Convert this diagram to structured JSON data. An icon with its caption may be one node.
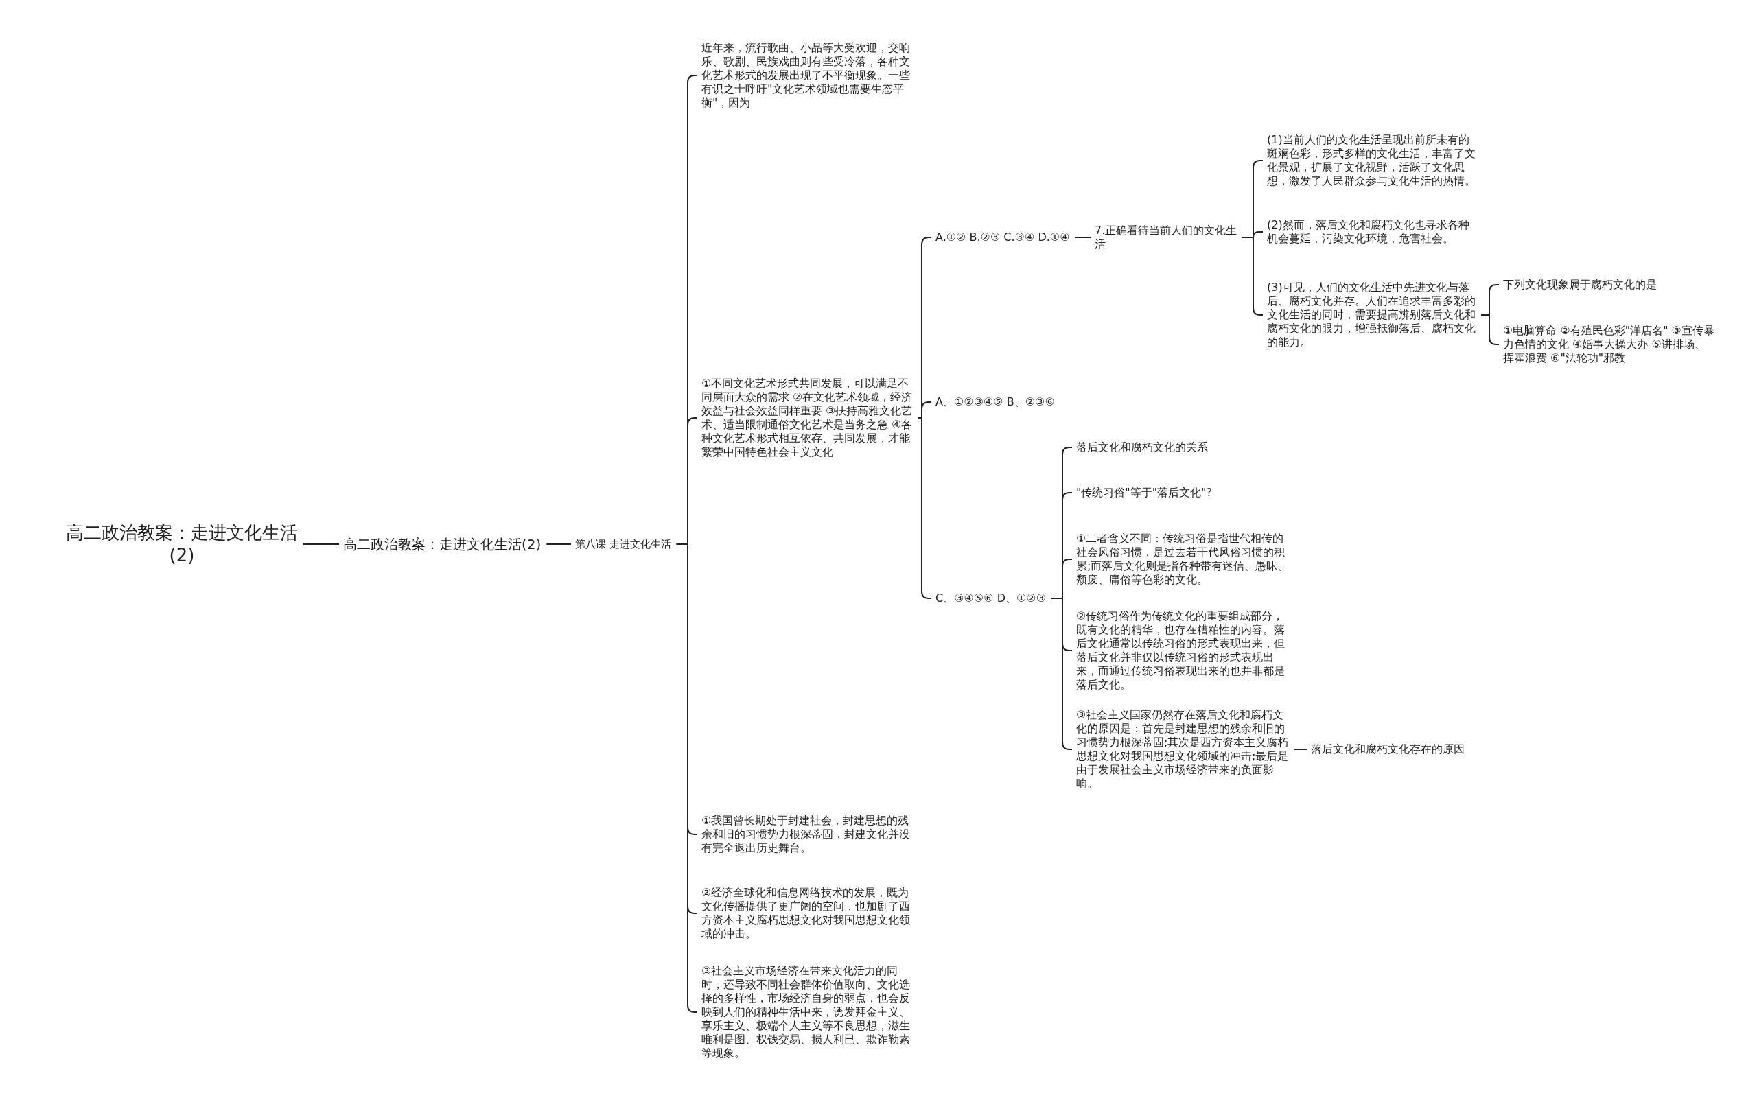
{
  "diagram": {
    "nodes": [
      {
        "text": [
          "高二政治教案：走进文化生活(2)"
        ]
      },
      {
        "text": [
          "高二政治教案：走进文化生活(2)"
        ]
      },
      {
        "text": [
          "第八课 走进文化生活"
        ]
      },
      {
        "text": [
          "近年来，流行歌曲、小品等大受欢迎，交响乐、歌剧、民族戏曲则有些受冷落，各种文化艺术形式的发展出现了不平衡现象。一些有识之士呼吁\"文化艺术领域也需要生态平衡\"，因为"
        ]
      },
      {
        "text": [
          "①不同文化艺术形式共同发展，可以满足不同层面大众的需求 ②在文化艺术领域，经济效益与社会效益同样重要 ③扶持高雅文化艺术、适当限制通俗文化艺术是当务之急 ④各种文化艺术形式相互依存、共同发展，才能繁荣中国特色社会主义文化"
        ]
      },
      {
        "text": [
          "①我国曾长期处于封建社会，封建思想的残余和旧的习惯势力根深蒂固，封建文化并没有完全退出历史舞台。"
        ]
      },
      {
        "text": [
          "②经济全球化和信息网络技术的发展，既为文化传播提供了更广阔的空间，也加剧了西方资本主义腐朽思想文化对我国思想文化领域的冲击。"
        ]
      },
      {
        "text": [
          "③社会主义市场经济在带来文化活力的同时，还导致不同社会群体价值取向、文化选择的多样性，市场经济自身的弱点，也会反映到人们的精神生活中来，诱发拜金主义、享乐主义、极端个人主义等不良思想，滋生唯利是图、权钱交易、损人利已、欺诈勒索等现象。"
        ]
      },
      {
        "text": [
          "A.①② B.②③ C.③④ D.①④"
        ]
      },
      {
        "text": [
          "A、①②③④⑤ B、②③⑥"
        ]
      },
      {
        "text": [
          "C、③④⑤⑥ D、①②③"
        ]
      },
      {
        "text": [
          "7.正确看待当前人们的文化生活"
        ]
      },
      {
        "text": [
          "(1)当前人们的文化生活呈现出前所未有的斑斓色彩，形式多样的文化生活，丰富了文化景观，扩展了文化视野，活跃了文化思想，激发了人民群众参与文化生活的热情。"
        ]
      },
      {
        "text": [
          "(2)然而，落后文化和腐朽文化也寻求各种机会蔓延，污染文化环境，危害社会。"
        ]
      },
      {
        "text": [
          "(3)可见，人们的文化生活中先进文化与落后、腐朽文化并存。人们在追求丰富多彩的文化生活的同时，需要提高辨别落后文化和腐朽文化的眼力，增强抵御落后、腐朽文化的能力。"
        ]
      },
      {
        "text": [
          "下列文化现象属于腐朽文化的是"
        ]
      },
      {
        "text": [
          "①电脑算命 ②有殖民色彩\"洋店名\" ③宣传暴力色情的文化 ④婚事大操大办 ⑤讲排场、挥霍浪费 ⑥\"法轮功\"邪教"
        ]
      },
      {
        "text": [
          "落后文化和腐朽文化的关系"
        ]
      },
      {
        "text": [
          "\"传统习俗\"等于\"落后文化\"?"
        ]
      },
      {
        "text": [
          "①二者含义不同：传统习俗是指世代相传的社会风俗习惯，是过去若干代风俗习惯的积累;而落后文化则是指各种带有迷信、愚昧、颓废、庸俗等色彩的文化。"
        ]
      },
      {
        "text": [
          "②传统习俗作为传统文化的重要组成部分，既有文化的精华，也存在糟粕性的内容。落后文化通常以传统习俗的形式表现出来，但落后文化并非仅以传统习俗的形式表现出来，而通过传统习俗表现出来的也并非都是落后文化。"
        ]
      },
      {
        "text": [
          "③社会主义国家仍然存在落后文化和腐朽文化的原因是：首先是封建思想的残余和旧的习惯势力根深蒂固;其次是西方资本主义腐朽思想文化对我国思想文化领域的冲击;最后是由于发展社会主义市场经济带来的负面影响。"
        ]
      },
      {
        "text": [
          "落后文化和腐朽文化存在的原因"
        ]
      }
    ],
    "edges": [
      {
        "from": 0,
        "to": 1,
        "arrow": "none"
      },
      {
        "from": 1,
        "to": 2,
        "arrow": "none"
      },
      {
        "from": 2,
        "to": 3,
        "arrow": "none"
      },
      {
        "from": 2,
        "to": 4,
        "arrow": "none"
      },
      {
        "from": 2,
        "to": 5,
        "arrow": "none"
      },
      {
        "from": 2,
        "to": 6,
        "arrow": "none"
      },
      {
        "from": 2,
        "to": 7,
        "arrow": "none"
      },
      {
        "from": 4,
        "to": 8,
        "arrow": "none"
      },
      {
        "from": 4,
        "to": 9,
        "arrow": "none"
      },
      {
        "from": 4,
        "to": 10,
        "arrow": "none"
      },
      {
        "from": 8,
        "to": 11,
        "arrow": "none"
      },
      {
        "from": 11,
        "to": 12,
        "arrow": "none"
      },
      {
        "from": 11,
        "to": 13,
        "arrow": "none"
      },
      {
        "from": 11,
        "to": 14,
        "arrow": "none"
      },
      {
        "from": 14,
        "to": 15,
        "arrow": "none"
      },
      {
        "from": 14,
        "to": 16,
        "arrow": "none"
      },
      {
        "from": 10,
        "to": 17,
        "arrow": "none"
      },
      {
        "from": 10,
        "to": 18,
        "arrow": "none"
      },
      {
        "from": 10,
        "to": 19,
        "arrow": "none"
      },
      {
        "from": 10,
        "to": 20,
        "arrow": "none"
      },
      {
        "from": 10,
        "to": 21,
        "arrow": "none"
      },
      {
        "from": 21,
        "to": 22,
        "arrow": "none"
      }
    ]
  }
}
